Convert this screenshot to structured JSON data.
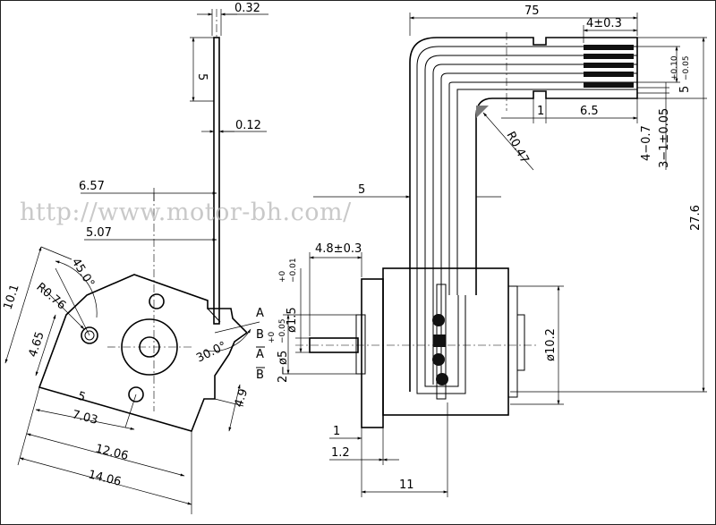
{
  "watermark": "http://www.motor-bh.com/",
  "dims": {
    "d032": "0.32",
    "d5_shaft": "5",
    "d012": "0.12",
    "d657": "6.57",
    "d507": "5.07",
    "d45": "45.0°",
    "r076": "R0.76",
    "d101": "10.1",
    "d465": "4.65",
    "d30": "30.0°",
    "d5_hole": "5",
    "d703": "7.03",
    "d1206": "12.06",
    "d1406": "14.06",
    "d49": "4.9",
    "d75": "75",
    "d4pm03": "4±0.3",
    "d5tol": "5",
    "d5tol_up": "+0.10",
    "d5tol_dn": "−0.05",
    "d1_fpc": "1",
    "d65": "6.5",
    "r047": "R0.47",
    "d40_7": "4−0.7",
    "d3pm1": "3−1±0.05",
    "d276": "27.6",
    "d5_fpc": "5",
    "d48": "4.8±0.3",
    "dshaft15": "ø1.5",
    "dshaft15_up": "+0",
    "dshaft15_dn": "−0.01",
    "dboss5": "ø5",
    "dboss5_up": "+0",
    "dboss5_dn": "−0.05",
    "dboss_prefix": "2−",
    "d102": "ø10.2",
    "d1_flange": "1",
    "d12": "1.2",
    "d11": "11"
  },
  "pins": [
    "A",
    "B",
    "A",
    "B"
  ]
}
